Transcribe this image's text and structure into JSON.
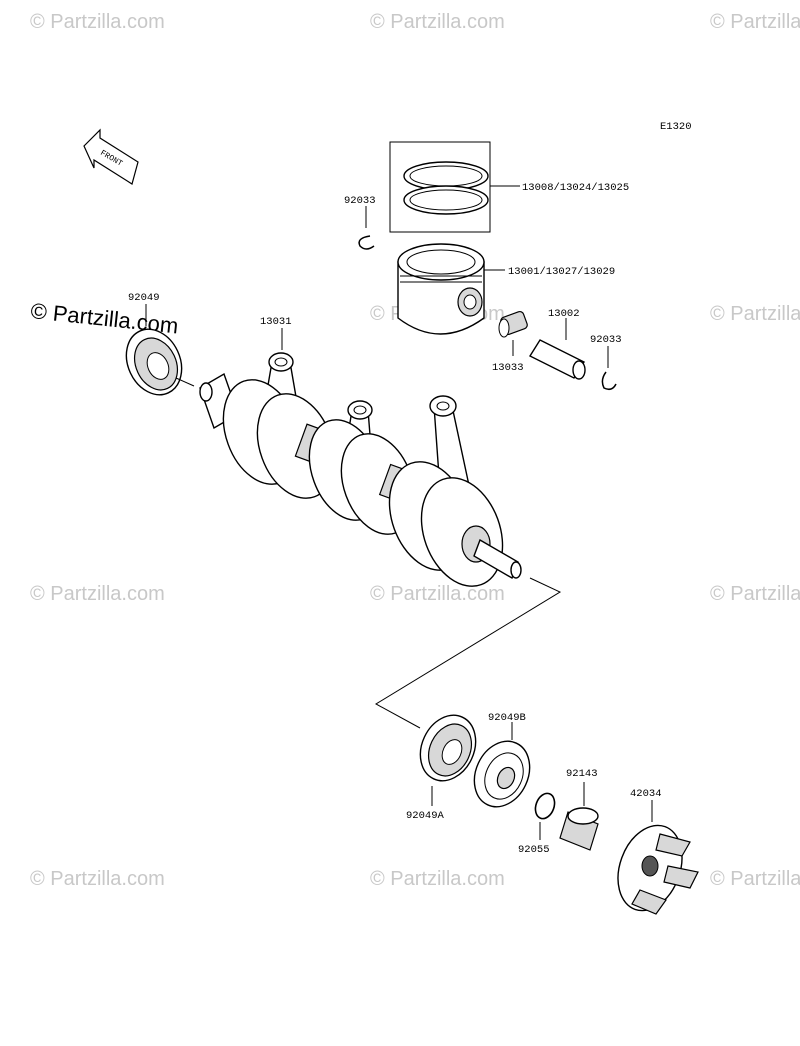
{
  "diagram_code": "E1320",
  "front_label": "FRONT",
  "watermark": "© Partzilla.com",
  "watermark_prominent": "© Partzilla.com",
  "parts": [
    {
      "id": "piston-rings",
      "number": "13008/13024/13025"
    },
    {
      "id": "piston",
      "number": "13001/13027/13029"
    },
    {
      "id": "clip-top-left",
      "number": "92033"
    },
    {
      "id": "clip-right",
      "number": "92033"
    },
    {
      "id": "piston-pin",
      "number": "13002"
    },
    {
      "id": "needle-bearing",
      "number": "13033"
    },
    {
      "id": "conrod",
      "number": "13031"
    },
    {
      "id": "oil-seal-left",
      "number": "92049"
    },
    {
      "id": "oil-seal-right",
      "number": "92049A"
    },
    {
      "id": "oil-seal-b",
      "number": "92049B"
    },
    {
      "id": "o-ring",
      "number": "92055"
    },
    {
      "id": "collar",
      "number": "92143"
    },
    {
      "id": "coupling",
      "number": "42034"
    }
  ],
  "colors": {
    "line": "#000000",
    "watermark": "#c8c8c8",
    "shade": "#d8d8d8"
  }
}
